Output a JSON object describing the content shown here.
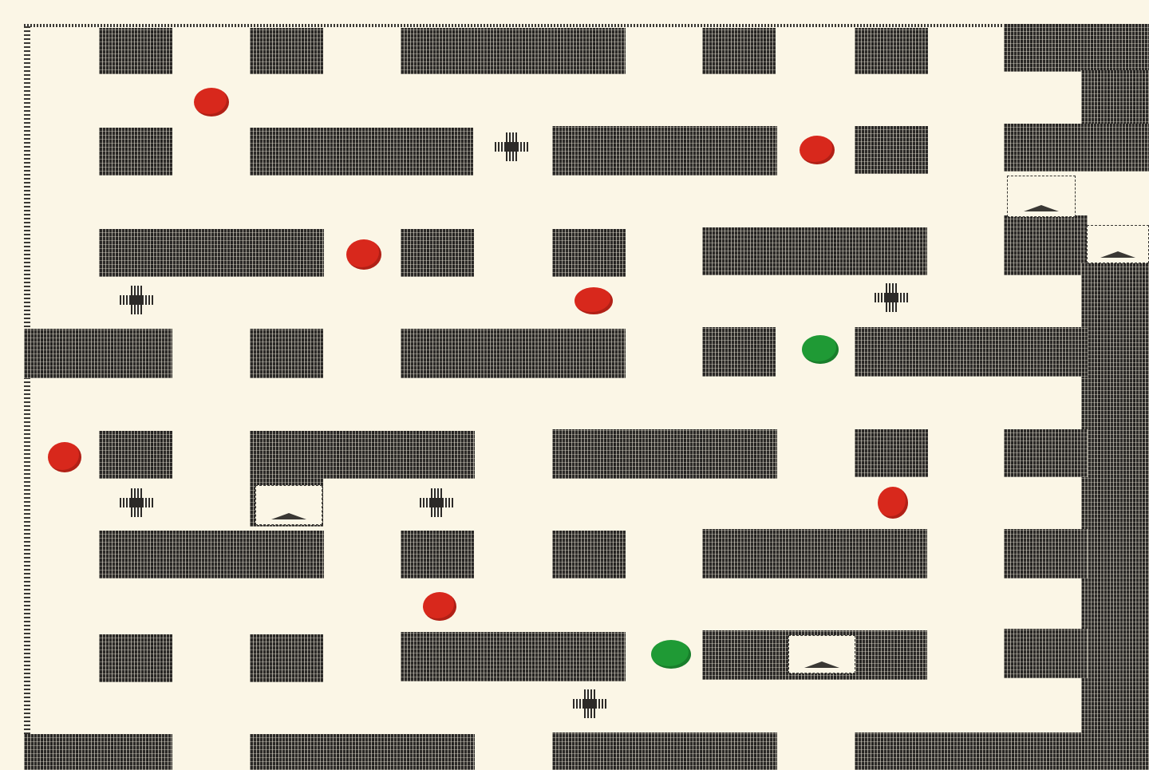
{
  "game": {
    "type": "maze-board",
    "wall_color": "#2c2a28",
    "floor_color": "#fbf6e6",
    "token_colors": {
      "enemy": "#d8281c",
      "player": "#1f9a35"
    }
  },
  "tokens": [
    {
      "kind": "enemy",
      "color": "#d8281c"
    },
    {
      "kind": "enemy",
      "color": "#d8281c"
    },
    {
      "kind": "enemy",
      "color": "#d8281c"
    },
    {
      "kind": "enemy",
      "color": "#d8281c"
    },
    {
      "kind": "enemy",
      "color": "#d8281c"
    },
    {
      "kind": "enemy",
      "color": "#d8281c"
    },
    {
      "kind": "enemy",
      "color": "#d8281c"
    },
    {
      "kind": "player",
      "color": "#1f9a35"
    },
    {
      "kind": "player",
      "color": "#1f9a35"
    }
  ]
}
